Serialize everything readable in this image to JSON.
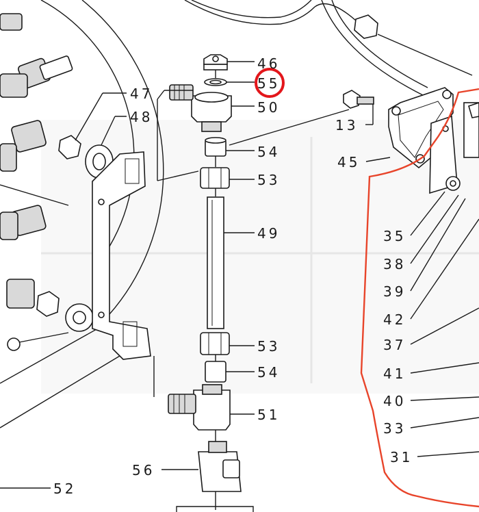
{
  "diagram": {
    "labels": {
      "p46": "46",
      "p55": "55",
      "p50": "50",
      "p47": "47",
      "p48": "48",
      "p54a": "54",
      "p53a": "53",
      "p49": "49",
      "p53b": "53",
      "p54b": "54",
      "p51": "51",
      "p56": "56",
      "p52": "52",
      "p13": "13",
      "p45": "45",
      "p35": "35",
      "p38": "38",
      "p39": "39",
      "p42": "42",
      "p37": "37",
      "p41": "41",
      "p40": "40",
      "p33": "33",
      "p31": "31"
    },
    "highlight_color": "#e3161b",
    "outline_color": "#e8442a",
    "line_color": "#1a1a1a"
  }
}
